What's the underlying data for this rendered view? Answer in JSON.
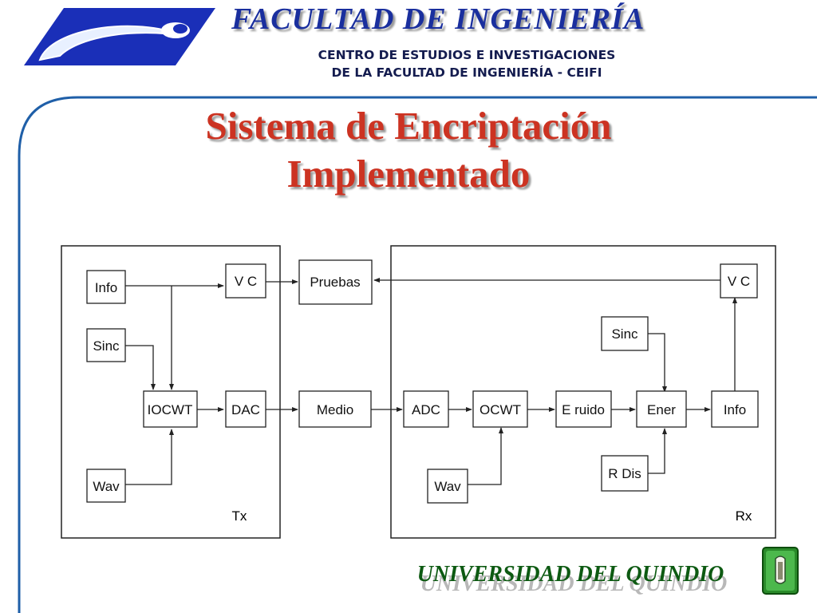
{
  "header": {
    "faculty_title": "FACULTAD DE INGENIERÍA",
    "center_line1": "CENTRO DE ESTUDIOS E INVESTIGACIONES",
    "center_line2": "DE LA FACULTAD DE INGENIERÍA - CEIFI",
    "logo_icon": "faculty-swoosh-logo"
  },
  "slide": {
    "title_line1": "Sistema de Encriptación",
    "title_line2": "Implementado",
    "title_color": "#cc3322",
    "frame_color": "#1f5fa8"
  },
  "diagram": {
    "tx_label": "Tx",
    "rx_label": "Rx",
    "tx": {
      "info": "Info",
      "sinc": "Sinc",
      "wav": "Wav",
      "iocwt": "IOCWT",
      "dac": "DAC",
      "vc": "V C"
    },
    "pruebas": "Pruebas",
    "medio": "Medio",
    "rx": {
      "adc": "ADC",
      "ocwt": "OCWT",
      "eruido": "E ruido",
      "ener": "Ener",
      "info": "Info",
      "vc": "V C",
      "sinc": "Sinc",
      "rdis": "R Dis",
      "wav": "Wav"
    }
  },
  "footer": {
    "university": "UNIVERSIDAD DEL QUINDIO",
    "university_color": "#0d5a12",
    "logo_icon": "university-shield-logo"
  }
}
